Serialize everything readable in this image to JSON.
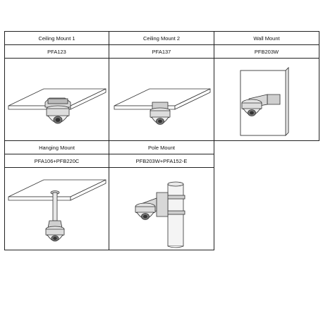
{
  "mounts": [
    {
      "label": "Ceiling Mount 1",
      "model": "PFA123",
      "illustration": "ceiling-mount-camera"
    },
    {
      "label": "Ceiling Mount 2",
      "model": "PFA137",
      "illustration": "ceiling-mount-camera"
    },
    {
      "label": "Wall Mount",
      "model": "PFB203W",
      "illustration": "wall-mount-camera"
    },
    {
      "label": "Hanging Mount",
      "model": "PFA106+PFB220C",
      "illustration": "pendant-mount-camera"
    },
    {
      "label": "Pole Mount",
      "model": "PFB203W+PFA152-E",
      "illustration": "pole-mount-camera"
    }
  ]
}
